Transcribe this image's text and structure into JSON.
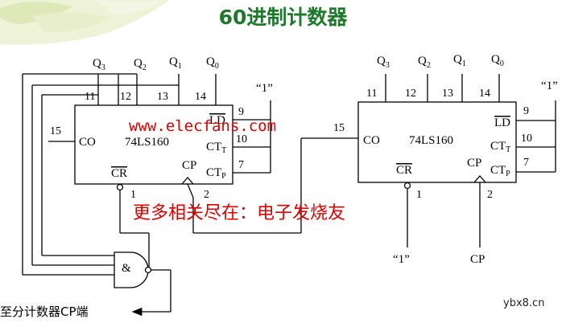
{
  "title": "60进制计数器",
  "chips": [
    {
      "part": "74LS160",
      "outputs": [
        {
          "name": "Q",
          "sub": "3",
          "pin": "11"
        },
        {
          "name": "Q",
          "sub": "2",
          "pin": "12"
        },
        {
          "name": "Q",
          "sub": "1",
          "pin": "13"
        },
        {
          "name": "Q",
          "sub": "0",
          "pin": "14"
        }
      ],
      "co": {
        "label": "CO",
        "pin": "15"
      },
      "ld": {
        "label": "LD",
        "pin": "9"
      },
      "ctt": {
        "label": "CT",
        "sub": "T",
        "pin": "10"
      },
      "ctp": {
        "label": "CT",
        "sub": "P",
        "pin": "7"
      },
      "cr": {
        "label": "CR",
        "pin": "1"
      },
      "cp": {
        "label": "CP",
        "pin": "2"
      },
      "const": "“1”"
    },
    {
      "part": "74LS160",
      "outputs": [
        {
          "name": "Q",
          "sub": "3",
          "pin": "11"
        },
        {
          "name": "Q",
          "sub": "2",
          "pin": "12"
        },
        {
          "name": "Q",
          "sub": "1",
          "pin": "13"
        },
        {
          "name": "Q",
          "sub": "0",
          "pin": "14"
        }
      ],
      "co": {
        "label": "CO",
        "pin": "15"
      },
      "ld": {
        "label": "LD",
        "pin": "9"
      },
      "ctt": {
        "label": "CT",
        "sub": "T",
        "pin": "10"
      },
      "ctp": {
        "label": "CT",
        "sub": "P",
        "pin": "7"
      },
      "cr": {
        "label": "CR",
        "pin": "1"
      },
      "cp": {
        "label": "CP",
        "pin": "2"
      },
      "const": "“1”",
      "cr_input": "“1”",
      "cp_input": "CP"
    }
  ],
  "gate": {
    "symbol": "&"
  },
  "output_note": "至分计数器CP端",
  "watermark": {
    "url": "www.elecfans.com",
    "text": "更多相关尽在：电子发烧友"
  },
  "site_mark": "ybx8.cn",
  "colors": {
    "title": "#1d7a2a",
    "watermark": "#e00000",
    "wire": "#000000"
  }
}
